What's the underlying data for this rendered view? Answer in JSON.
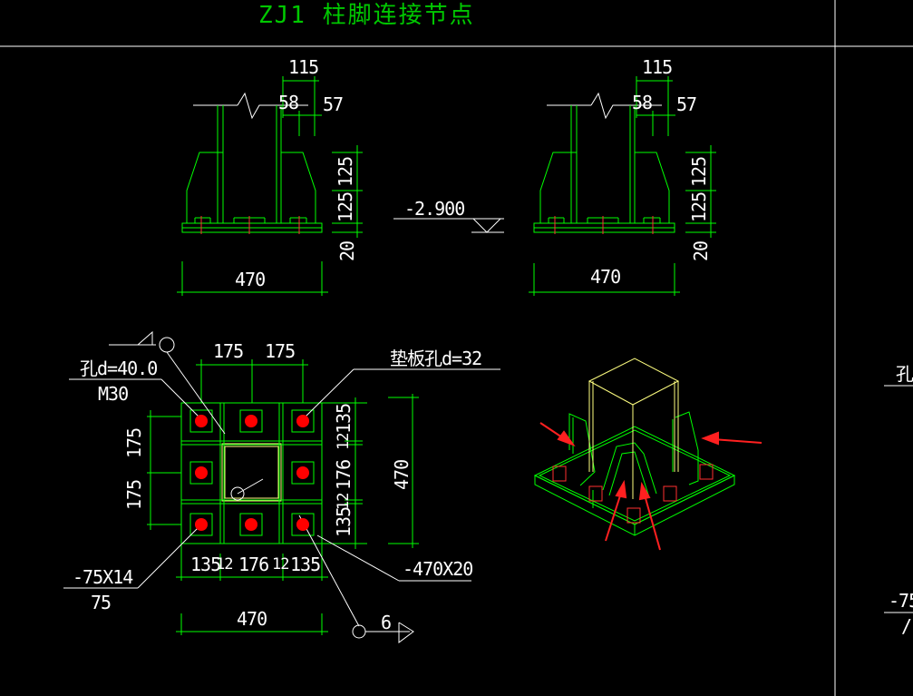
{
  "title": "ZJ1 柱脚连接节点",
  "elevation": "-2.900",
  "elev_view": {
    "dim_top": "115",
    "dim_58": "58",
    "dim_57": "57",
    "dim_125a": "125",
    "dim_125b": "125",
    "dim_20": "20",
    "dim_width": "470"
  },
  "plan": {
    "top_dims": [
      "175",
      "175"
    ],
    "left_dims": [
      "175",
      "175"
    ],
    "right_dims": [
      "135",
      "12",
      "176",
      "12",
      "135"
    ],
    "bottom_dims": [
      "135",
      "12",
      "176",
      "12",
      "135"
    ],
    "overall_right": "470",
    "overall_bottom": "470",
    "hole_label": "孔d=40.0",
    "bolt_label": "M30",
    "washer_hole_label": "垫板孔d=32",
    "stiffener_label": "-75X14",
    "stiffener_sub": "75",
    "plate_label": "-470X20",
    "section_mark": "6"
  },
  "right_edge": {
    "hole_partial": "孔",
    "label_partial": "-75",
    "sub_partial": "/"
  },
  "colors": {
    "background": "#000000",
    "lines": "#00ff00",
    "text": "#ffffff",
    "bolt": "#ff0000",
    "column": "#ffff80",
    "arrow": "#ff2020"
  }
}
